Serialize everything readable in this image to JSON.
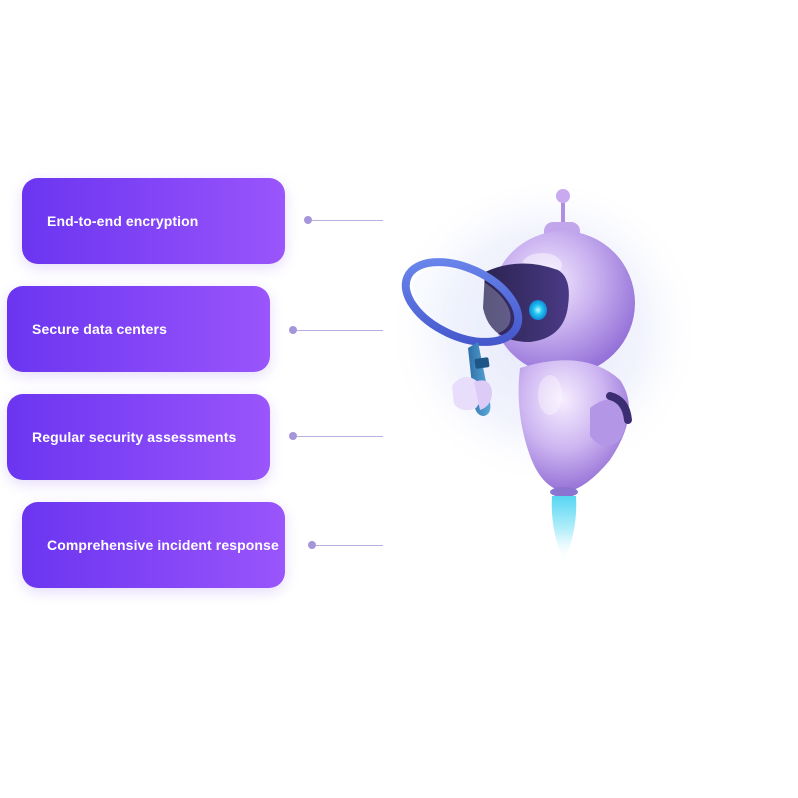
{
  "features": [
    {
      "label": "End-to-end encryption"
    },
    {
      "label": "Secure data centers"
    },
    {
      "label": "Regular security assessments"
    },
    {
      "label": "Comprehensive incident response"
    }
  ],
  "colors": {
    "card_gradient_start": "#6b35f0",
    "card_gradient_end": "#9a55fb",
    "connector": "#a596d9",
    "robot_body": "#c9b3ee",
    "robot_eye": "#22c8f0"
  },
  "illustration": {
    "icon": "robot-with-magnifying-glass-icon"
  }
}
